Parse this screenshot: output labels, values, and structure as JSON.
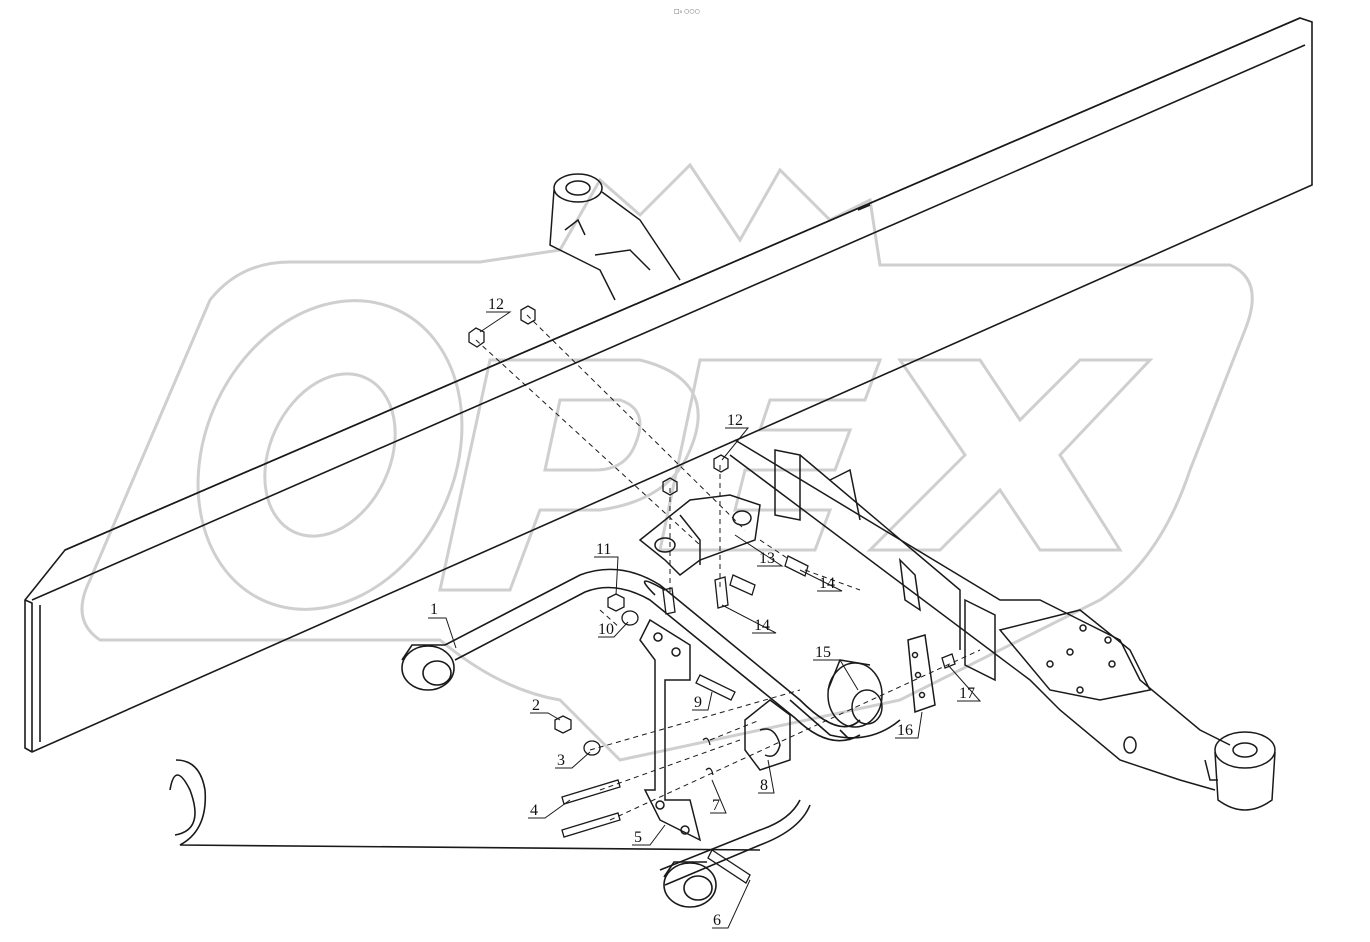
{
  "header": {
    "mark": "□₀ ○○○"
  },
  "watermark": {
    "text": "OPEX",
    "color": "#cfcfcf"
  },
  "colors": {
    "line": "#1a1a1a",
    "watermark": "#d0d0d0",
    "background": "#ffffff"
  },
  "callouts": [
    {
      "id": "1",
      "text": "1"
    },
    {
      "id": "2",
      "text": "2"
    },
    {
      "id": "3",
      "text": "3"
    },
    {
      "id": "4",
      "text": "4"
    },
    {
      "id": "5",
      "text": "5"
    },
    {
      "id": "6",
      "text": "6"
    },
    {
      "id": "7",
      "text": "7"
    },
    {
      "id": "8",
      "text": "8"
    },
    {
      "id": "9",
      "text": "9"
    },
    {
      "id": "10",
      "text": "10"
    },
    {
      "id": "11",
      "text": "11"
    },
    {
      "id": "12a",
      "text": "12"
    },
    {
      "id": "12b",
      "text": "12"
    },
    {
      "id": "13",
      "text": "13"
    },
    {
      "id": "14a",
      "text": "14"
    },
    {
      "id": "14b",
      "text": "14"
    },
    {
      "id": "15",
      "text": "15"
    },
    {
      "id": "16",
      "text": "16"
    },
    {
      "id": "17",
      "text": "17"
    }
  ]
}
